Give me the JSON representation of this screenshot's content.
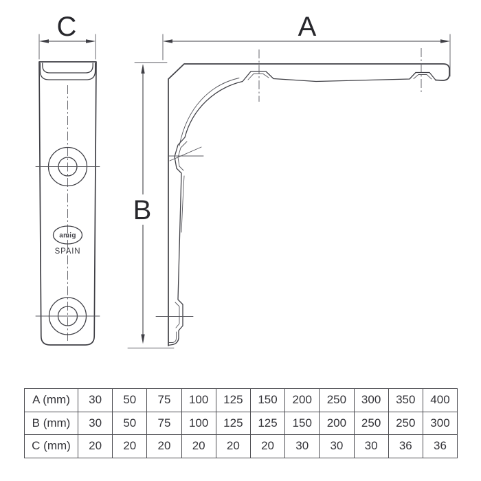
{
  "drawing": {
    "dimension_labels": {
      "a": "A",
      "b": "B",
      "c": "C"
    },
    "logo_text": "amig",
    "origin_label": "SPAIN"
  },
  "table": {
    "rows": [
      {
        "label": "A (mm)",
        "values": [
          "30",
          "50",
          "75",
          "100",
          "125",
          "150",
          "200",
          "250",
          "300",
          "350",
          "400"
        ]
      },
      {
        "label": "B (mm)",
        "values": [
          "30",
          "50",
          "75",
          "100",
          "125",
          "125",
          "150",
          "200",
          "250",
          "250",
          "300"
        ]
      },
      {
        "label": "C (mm)",
        "values": [
          "20",
          "20",
          "20",
          "20",
          "20",
          "20",
          "30",
          "30",
          "30",
          "36",
          "36"
        ]
      }
    ]
  },
  "colors": {
    "line": "#3f3f45",
    "text": "#27272c",
    "background": "#ffffff"
  }
}
